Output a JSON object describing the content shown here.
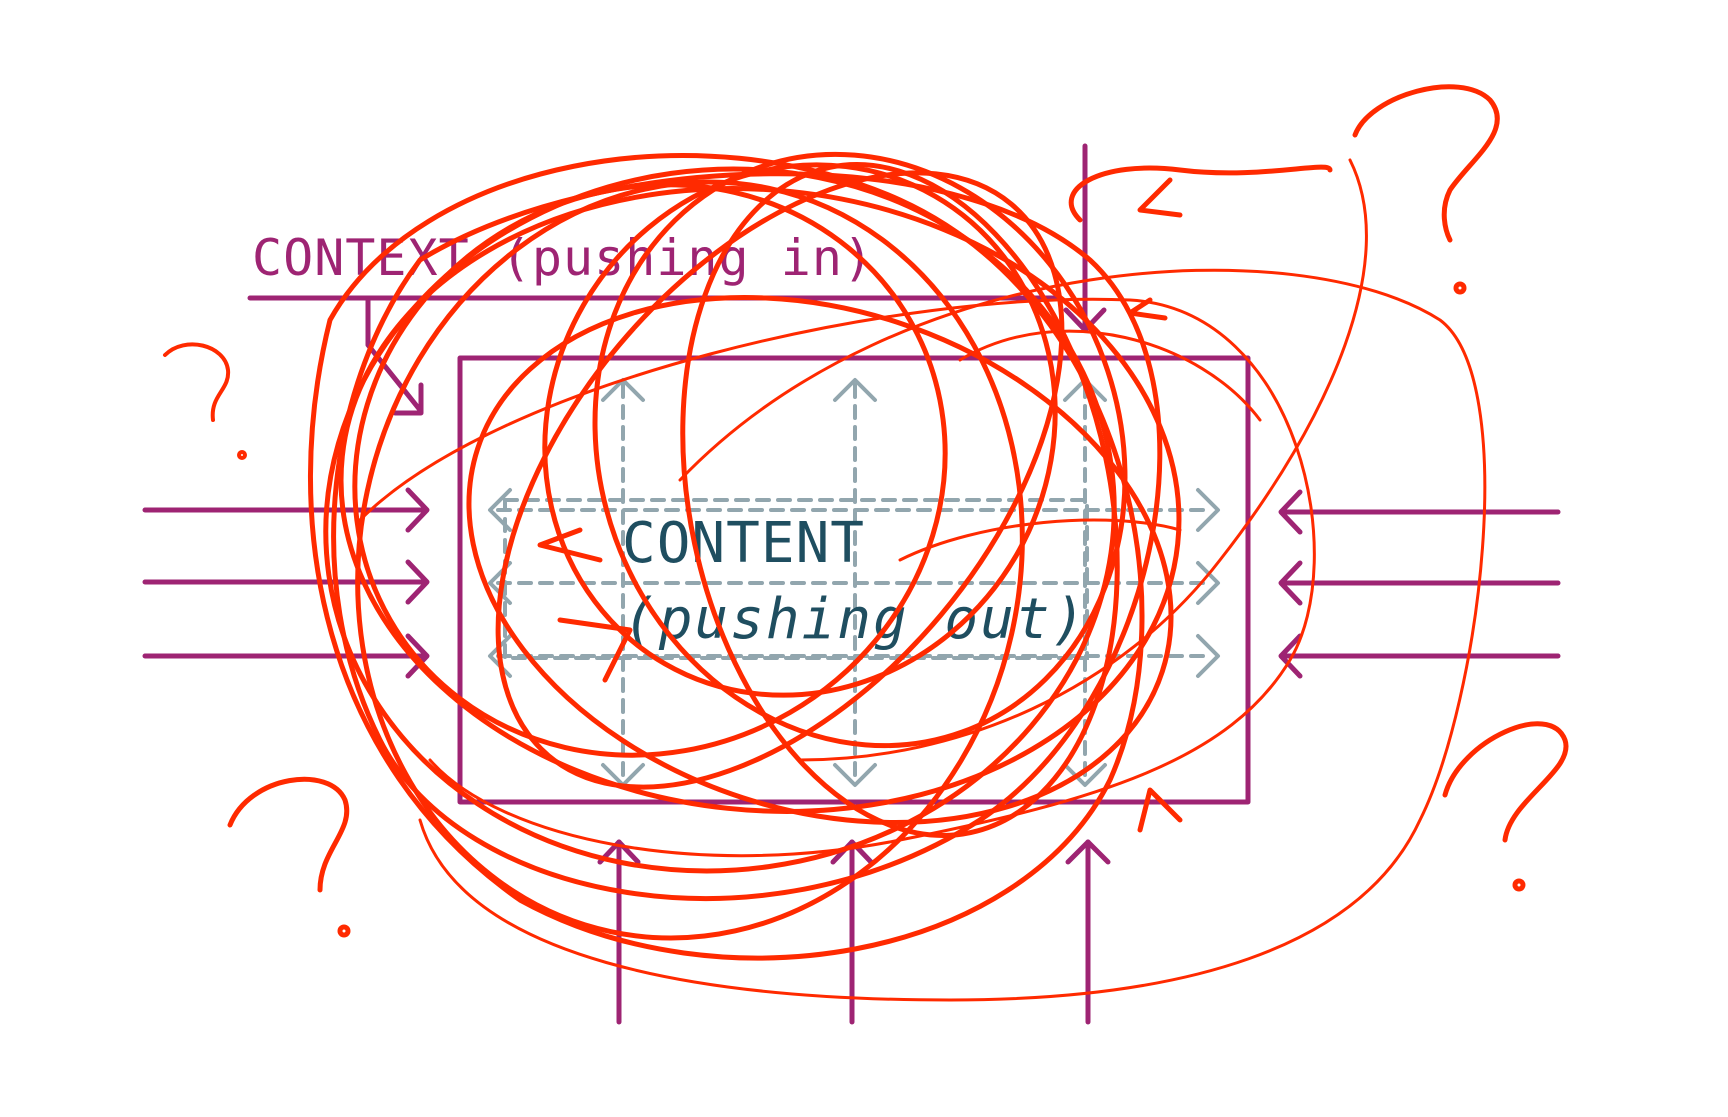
{
  "labels": {
    "context": "CONTEXT (pushing in)",
    "content": "CONTENT",
    "content_sub": "(pushing out)"
  },
  "colors": {
    "context": "#9e2473",
    "content_text": "#1f4e60",
    "content_arrows": "#92a6ae",
    "scribble": "#ff2a00",
    "background": "#ffffff"
  },
  "icons": {
    "question_mark": "question-mark-icon",
    "arrow": "arrow-icon"
  }
}
